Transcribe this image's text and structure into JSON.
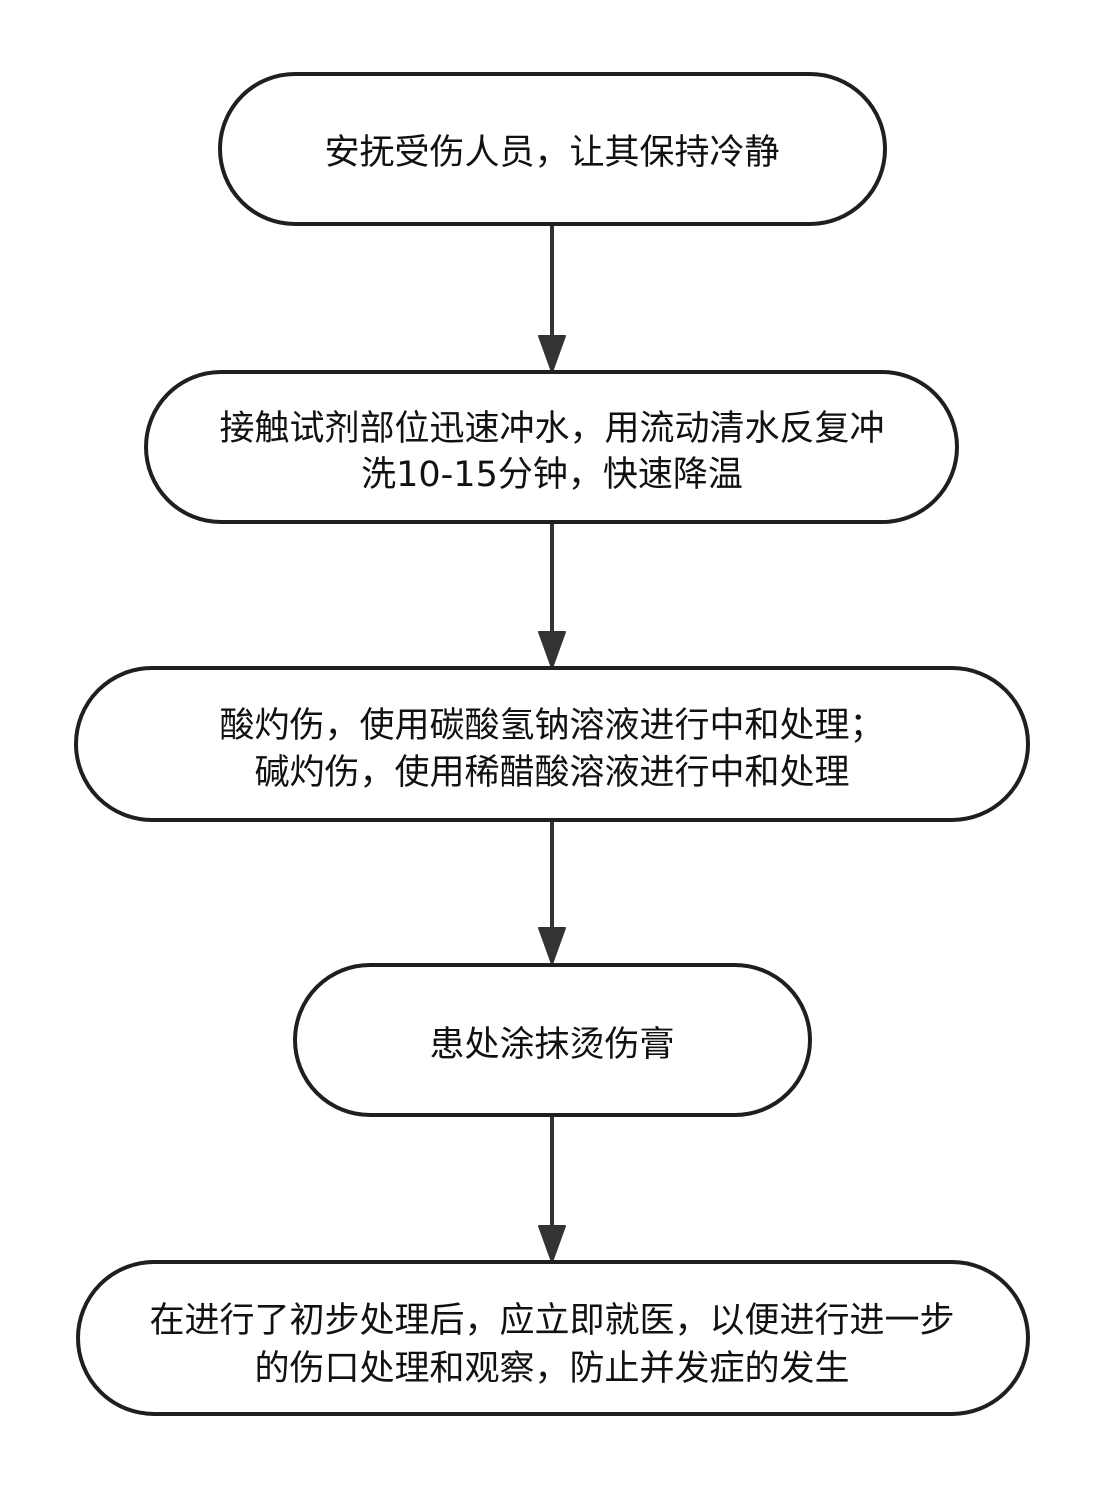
{
  "nodes": [
    {
      "id": "n1",
      "lines": [
        "安抚受伤人员，让其保持冷静"
      ]
    },
    {
      "id": "n2",
      "lines": [
        "接触试剂部位迅速冲水，用流动清水反复冲",
        "洗10-15分钟，快速降温"
      ]
    },
    {
      "id": "n3",
      "lines": [
        "酸灼伤，使用碳酸氢钠溶液进行中和处理；",
        "碱灼伤，使用稀醋酸溶液进行中和处理"
      ]
    },
    {
      "id": "n4",
      "lines": [
        "患处涂抹烫伤膏"
      ]
    },
    {
      "id": "n5",
      "lines": [
        "在进行了初步处理后，应立即就医，以便进行进一步",
        "的伤口处理和观察，防止并发症的发生"
      ]
    }
  ],
  "edges": [
    {
      "from": "n1",
      "to": "n2"
    },
    {
      "from": "n2",
      "to": "n3"
    },
    {
      "from": "n3",
      "to": "n4"
    },
    {
      "from": "n4",
      "to": "n5"
    }
  ]
}
